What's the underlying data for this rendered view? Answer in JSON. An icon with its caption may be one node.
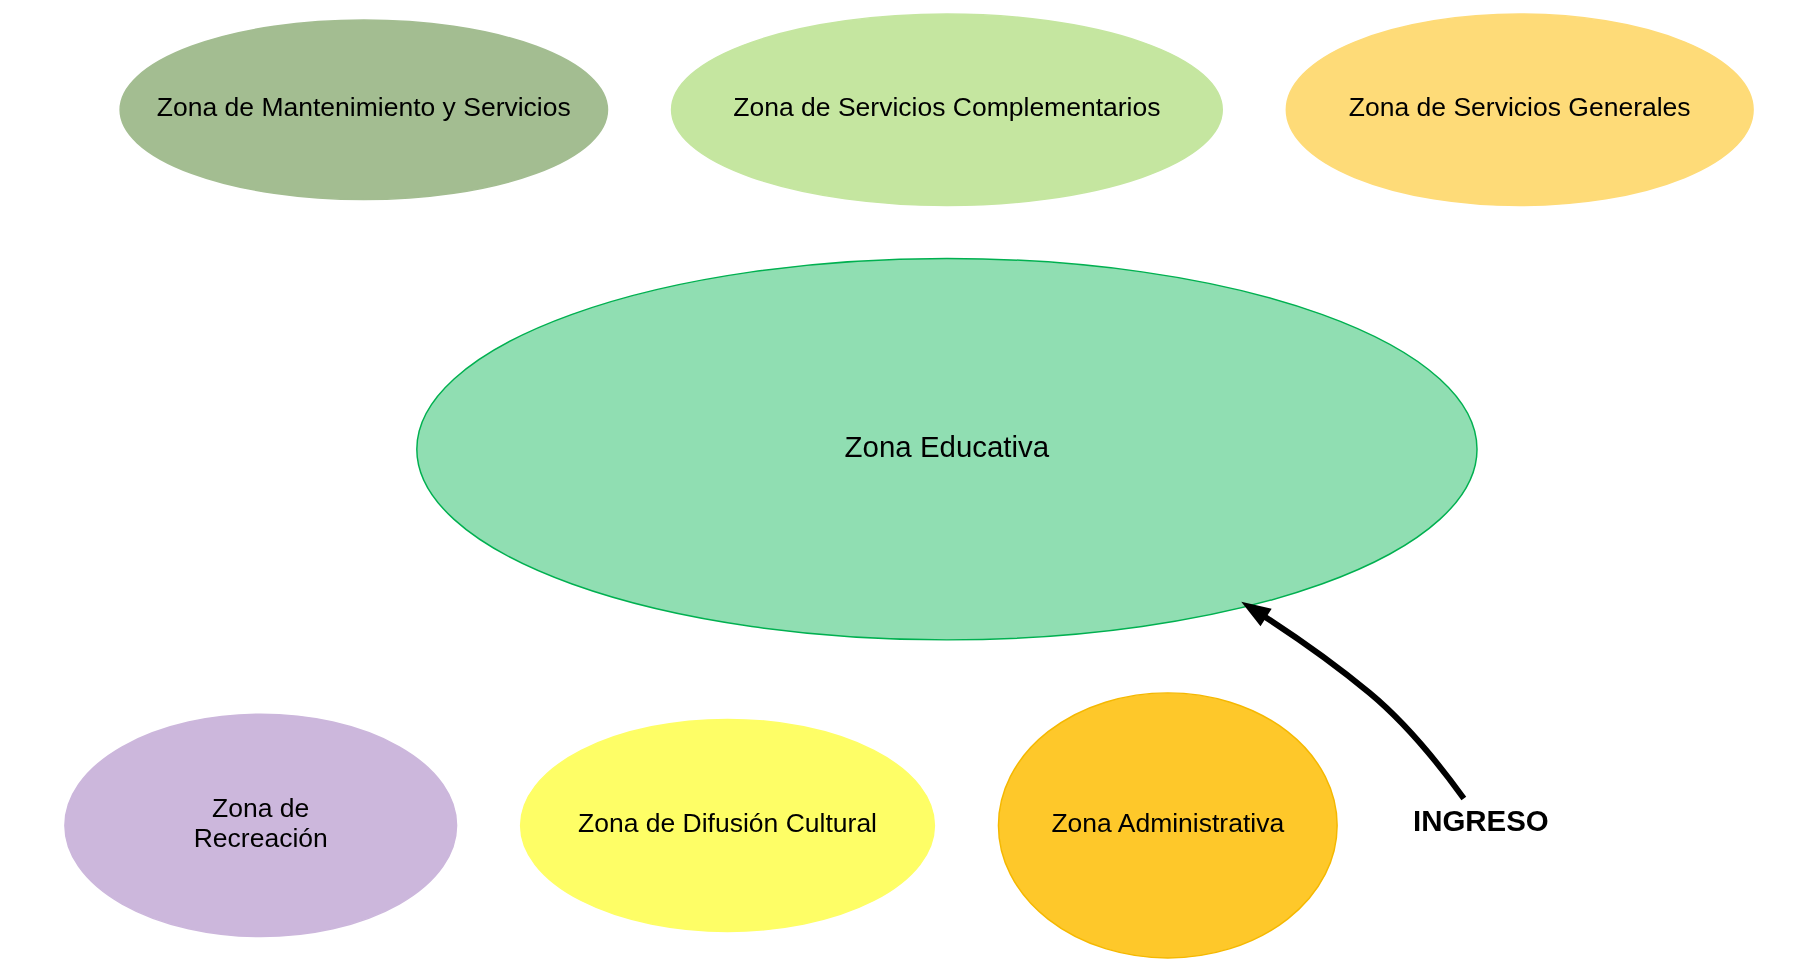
{
  "diagram": {
    "nodes": [
      {
        "text": [
          "Zona de Mantenimiento y Servicios"
        ]
      },
      {
        "text": [
          "Zona de Servicios Complementarios"
        ]
      },
      {
        "text": [
          "Zona de Servicios Generales"
        ]
      },
      {
        "text": [
          "Zona Educativa"
        ]
      },
      {
        "text": [
          "Zona de Recreación"
        ]
      },
      {
        "text": [
          "Zona de Difusión Cultural"
        ]
      },
      {
        "text": [
          "Zona Administrativa"
        ]
      },
      {
        "text": [
          "INGRESO"
        ]
      }
    ],
    "edges": [
      {
        "from": 7,
        "to": 3,
        "arrow": "to"
      }
    ]
  }
}
